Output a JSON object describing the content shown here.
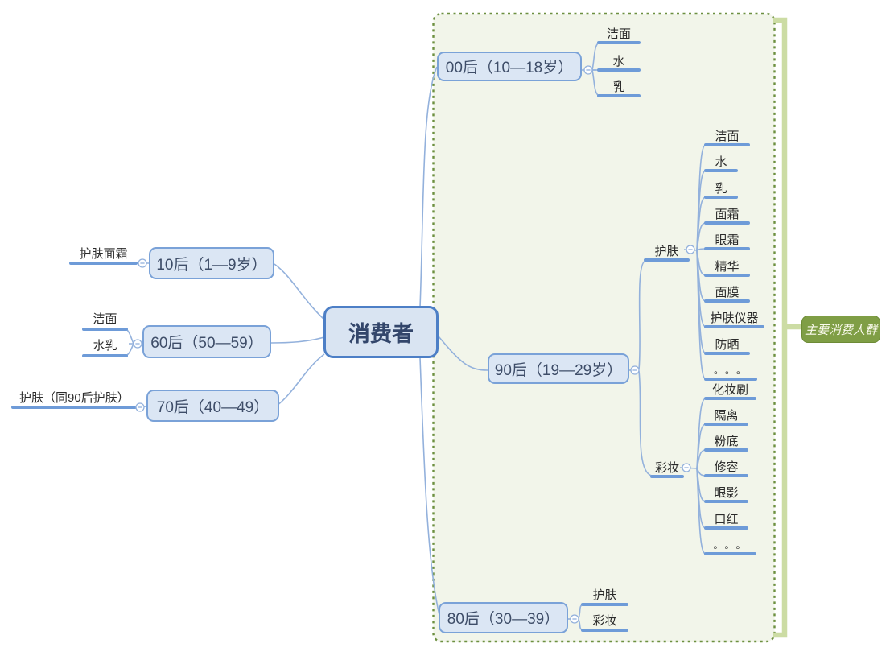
{
  "root": {
    "label": "消费者"
  },
  "annotation": {
    "label": "主要消费人群"
  },
  "left": [
    {
      "label": "10后（1—9岁）",
      "children": [
        "护肤面霜"
      ]
    },
    {
      "label": "60后（50—59）",
      "children": [
        "洁面",
        "水乳"
      ]
    },
    {
      "label": "70后（40—49）",
      "children": [
        "护肤（同90后护肤）"
      ]
    }
  ],
  "right": [
    {
      "label": "00后（10—18岁）",
      "children": [
        "洁面",
        "水",
        "乳"
      ]
    },
    {
      "label": "90后（19—29岁）",
      "groups": [
        {
          "label": "护肤",
          "children": [
            "洁面",
            "水",
            "乳",
            "面霜",
            "眼霜",
            "精华",
            "面膜",
            "护肤仪器",
            "防晒",
            "。。。"
          ]
        },
        {
          "label": "彩妆",
          "children": [
            "化妆刷",
            "隔离",
            "粉底",
            "修容",
            "眼影",
            "口红",
            "。。。"
          ]
        }
      ]
    },
    {
      "label": "80后（30—39）",
      "children": [
        "护肤",
        "彩妆"
      ]
    }
  ],
  "colors": {
    "node_border_strong": "#4d7fc6",
    "node_border": "#7aa2d8",
    "node_fill": "#dbe6f4",
    "connector_blue": "#93b1dc",
    "underline_blue": "#6e9bd8",
    "boundary_border_green": "#6d9040",
    "boundary_fill_green": "#f2f5ea",
    "bracket_green": "#ccdca4",
    "summary_fill_green": "#7f9e45",
    "topic_text": "#3e4d68"
  }
}
